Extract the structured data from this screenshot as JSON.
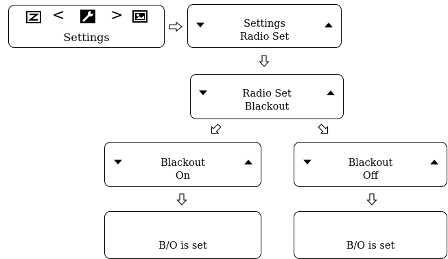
{
  "home_screen": {
    "nav_left": "<",
    "nav_right": ">",
    "label": "Settings",
    "icons": [
      "boxed-z-icon",
      "wrench-icon",
      "picture-icon"
    ]
  },
  "settings_screen": {
    "line1": "Settings",
    "line2": "Radio Set"
  },
  "radio_set_screen": {
    "line1": "Radio Set",
    "line2": "Blackout"
  },
  "blackout_on_screen": {
    "line1": "Blackout",
    "line2": "On"
  },
  "blackout_off_screen": {
    "line1": "Blackout",
    "line2": "Off"
  },
  "confirm_on_screen": {
    "line1": "B/O is set"
  },
  "confirm_off_screen": {
    "line1": "B/O is set"
  }
}
